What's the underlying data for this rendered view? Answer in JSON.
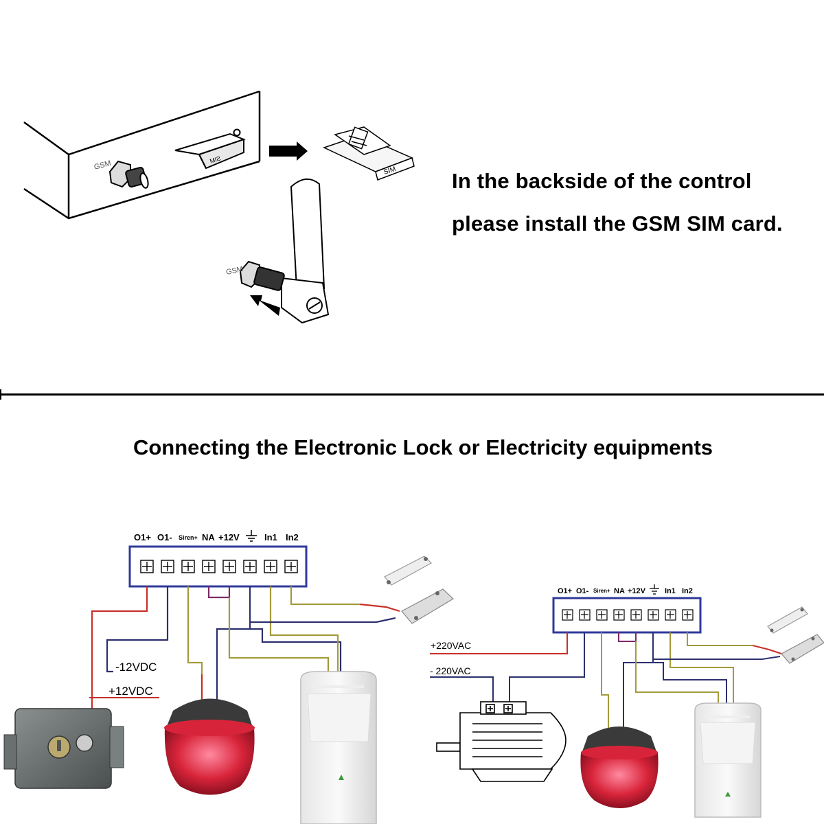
{
  "sim_section": {
    "line1": "In the backside of the control",
    "line2": "please install the GSM SIM card.",
    "gsm_label_top": "GSM",
    "gsm_label_bottom": "GSM",
    "sim_slot_label": "SIM",
    "sim_tray_label": "SIM"
  },
  "wiring_section": {
    "heading": "Connecting the Electronic Lock or Electricity equipments",
    "terminal_labels": {
      "o1plus": "O1+",
      "o1minus": "O1-",
      "siren": "Siren+",
      "na": "NA",
      "v12": "+12V",
      "in1": "In1",
      "in2": "In2"
    },
    "left": {
      "minus_label": "-12VDC",
      "plus_label": "+12VDC"
    },
    "right": {
      "plus_label": "+220VAC",
      "minus_label": "- 220VAC"
    }
  },
  "colors": {
    "red_wire": "#c8302a",
    "navy_wire": "#2c2f6e",
    "olive_wire": "#a39a3a",
    "purple_wire": "#7a2a6a",
    "terminal_border": "#2f3a9a",
    "siren_red": "#d8243a"
  }
}
